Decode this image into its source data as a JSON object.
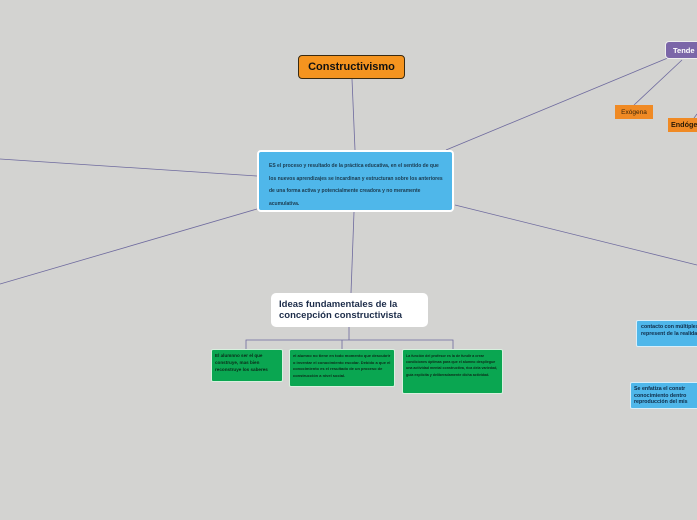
{
  "central_topic": "Constructivismo",
  "definition": "ES el proceso y resultado de la práctica educativa, en el sentido de que los nuevos aprendizajes se incardinan y estructuran sobre los anteriores de una forma activa y potencialmente creadora y no meramente acumulativa.",
  "ideas_title": "Ideas fundamentales de la concepción constructivista",
  "ideas": [
    "El alumnno ser el que construye, mas bien reconstruye los saberes",
    "el alumno no tiene en todo momento que descubrir o inventar el conocimiento escolar. Debido a que el conocimiento es el resultado de un proceso de construcción a nivel social.",
    "La función del profesor es la de fundir a crear condiciones óptimas para que el alumno despliegue una actividad mental constructiva, rica dela variedad, guía explícita y deliberadamente dicha actividad."
  ],
  "side_nodes": {
    "tendencias": "Tende",
    "exogena": "Exógena",
    "endogena": "Endóge",
    "contacto": "contacto con múltiples represent de la realidad",
    "enfatiza": "Se enfatiza el constr conocimiento dentro reproducción del mis"
  },
  "colors": {
    "background": "#d3d3d1",
    "title": "#f5941f",
    "definition": "#4fb7ea",
    "ideas_children": "#0aa651",
    "tendencias": "#7b66a8",
    "connector": "#6e6a9e"
  }
}
